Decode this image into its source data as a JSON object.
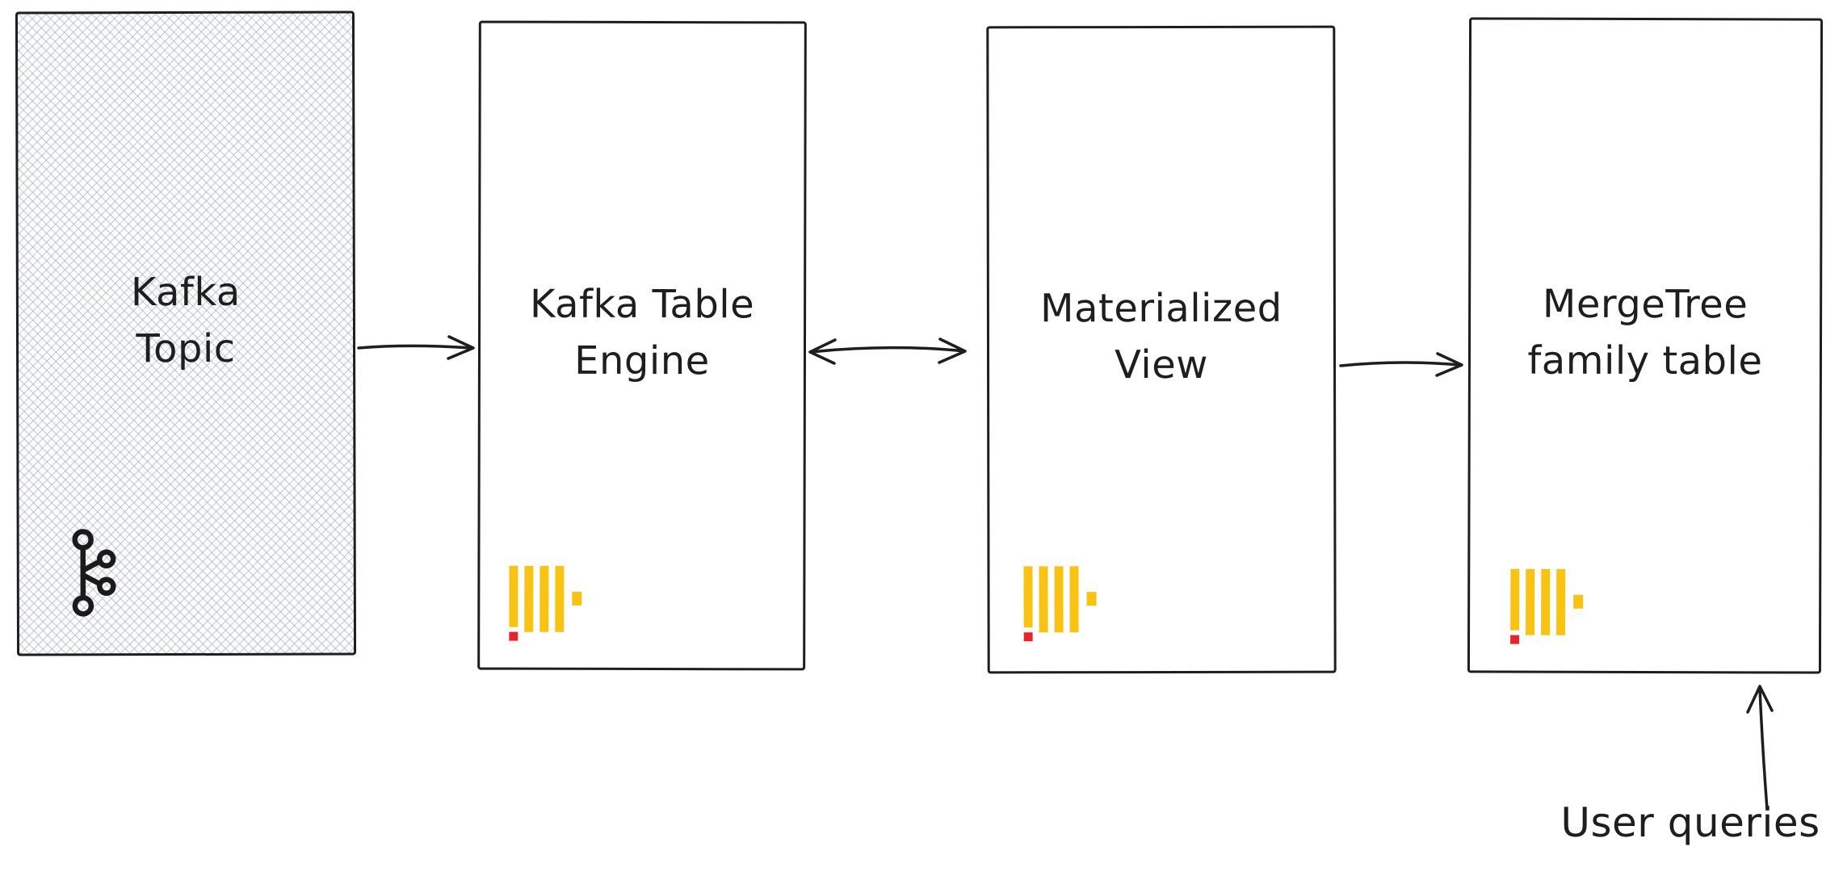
{
  "diagram": {
    "nodes": [
      {
        "id": "kafka-topic",
        "label": "Kafka\nTopic",
        "icon": "kafka-icon"
      },
      {
        "id": "kafka-table-engine",
        "label": "Kafka Table\nEngine",
        "icon": "clickhouse-icon"
      },
      {
        "id": "materialized-view",
        "label": "Materialized\nView",
        "icon": "clickhouse-icon"
      },
      {
        "id": "mergetree-family-table",
        "label": "MergeTree\nfamily table",
        "icon": "clickhouse-icon"
      }
    ],
    "edges": [
      {
        "from": "kafka-topic",
        "to": "kafka-table-engine",
        "direction": "right"
      },
      {
        "from": "kafka-table-engine",
        "to": "materialized-view",
        "direction": "both"
      },
      {
        "from": "materialized-view",
        "to": "mergetree-family-table",
        "direction": "right"
      },
      {
        "from": "user-queries-label",
        "to": "mergetree-family-table",
        "direction": "up"
      }
    ],
    "annotations": [
      {
        "id": "user-queries-label",
        "text": "User queries"
      }
    ],
    "colors": {
      "stroke": "#1e1e1e",
      "kafka_color": "#1b1b1b",
      "clickhouse_yellow": "#F9C313",
      "clickhouse_red": "#E8242B",
      "background": "#ffffff"
    }
  }
}
